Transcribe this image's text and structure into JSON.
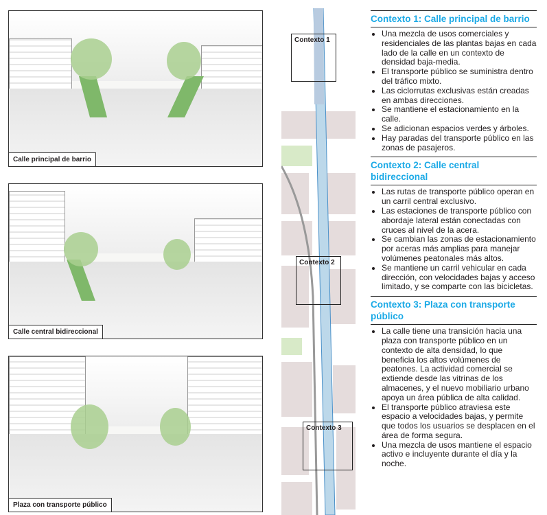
{
  "illustrations": [
    {
      "caption": "Calle principal de barrio"
    },
    {
      "caption": "Calle central bidireccional"
    },
    {
      "caption": "Plaza con transporte público"
    }
  ],
  "map": {
    "labels": [
      "Contexto 1",
      "Contexto 2",
      "Contexto 3"
    ],
    "colors": {
      "transit": "#4a90c8",
      "blocks": "#e5dcdc",
      "green": "#d8eac8"
    }
  },
  "sections": [
    {
      "title": "Contexto 1: Calle principal de barrio",
      "items": [
        "Una mezcla de usos comerciales y residenciales de las plantas bajas en cada lado de la calle en un contexto de densidad baja-media.",
        "El transporte público se suministra dentro del tráfico mixto.",
        "Las ciclorrutas exclusivas están creadas en ambas direcciones.",
        "Se mantiene el estacionamiento en la calle.",
        "Se adicionan espacios verdes y árboles.",
        "Hay paradas del transporte público en las zonas de pasajeros."
      ]
    },
    {
      "title": "Contexto 2: Calle central bidireccional",
      "items": [
        "Las rutas de transporte público operan en un carril central exclusivo.",
        "Las estaciones de transporte público con abordaje lateral están conectadas con cruces al nivel de la acera.",
        "Se cambian las zonas de estacionamiento por aceras más amplias para manejar volúmenes peatonales más altos.",
        "Se mantiene un carril vehicular en cada dirección, con velocidades bajas y acceso limitado, y se comparte con las bicicletas."
      ]
    },
    {
      "title": "Contexto 3: Plaza con transporte público",
      "items": [
        "La calle tiene una transición hacia una plaza con transporte público en un contexto de alta densidad, lo que beneficia los altos volúmenes de peatones. La actividad comercial se extiende desde las vitrinas de los almacenes, y el nuevo mobiliario urbano apoya un área pública de alta calidad.",
        "El transporte público atraviesa este espacio a velocidades bajas, y permite que todos los usuarios se desplacen en el área de forma segura.",
        "Una mezcla de usos mantiene el espacio activo e incluyente durante el día y la noche."
      ]
    }
  ]
}
